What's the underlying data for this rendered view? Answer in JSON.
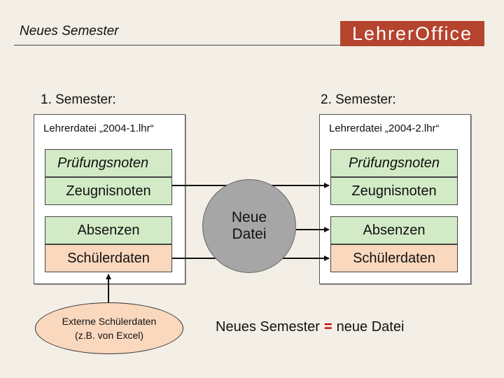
{
  "header": {
    "title": "Neues Semester",
    "logo_text": "LehrerOffice"
  },
  "semester_1": {
    "heading": "1. Semester:",
    "file_label": "Lehrerdatei „2004-1.lhr“",
    "rows": [
      "Prüfungsnoten",
      "Zeugnisnoten",
      "Absenzen",
      "Schülerdaten"
    ]
  },
  "semester_2": {
    "heading": "2. Semester:",
    "file_label": "Lehrerdatei „2004-2.lhr“",
    "rows": [
      "Prüfungsnoten",
      "Zeugnisnoten",
      "Absenzen",
      "Schülerdaten"
    ]
  },
  "center_node": {
    "line1": "Neue",
    "line2": "Datei"
  },
  "external_source": {
    "line1": "Externe Schülerdaten",
    "line2": "(z.B. von Excel)"
  },
  "equation": {
    "left": "Neues Semester",
    "operator": "=",
    "right": "neue Datei"
  },
  "colors": {
    "logo_bg": "#b5442e",
    "green_row": "#d2ebc6",
    "orange_row": "#fad8be",
    "circle": "#a6a6a6",
    "equals": "#c00000"
  }
}
